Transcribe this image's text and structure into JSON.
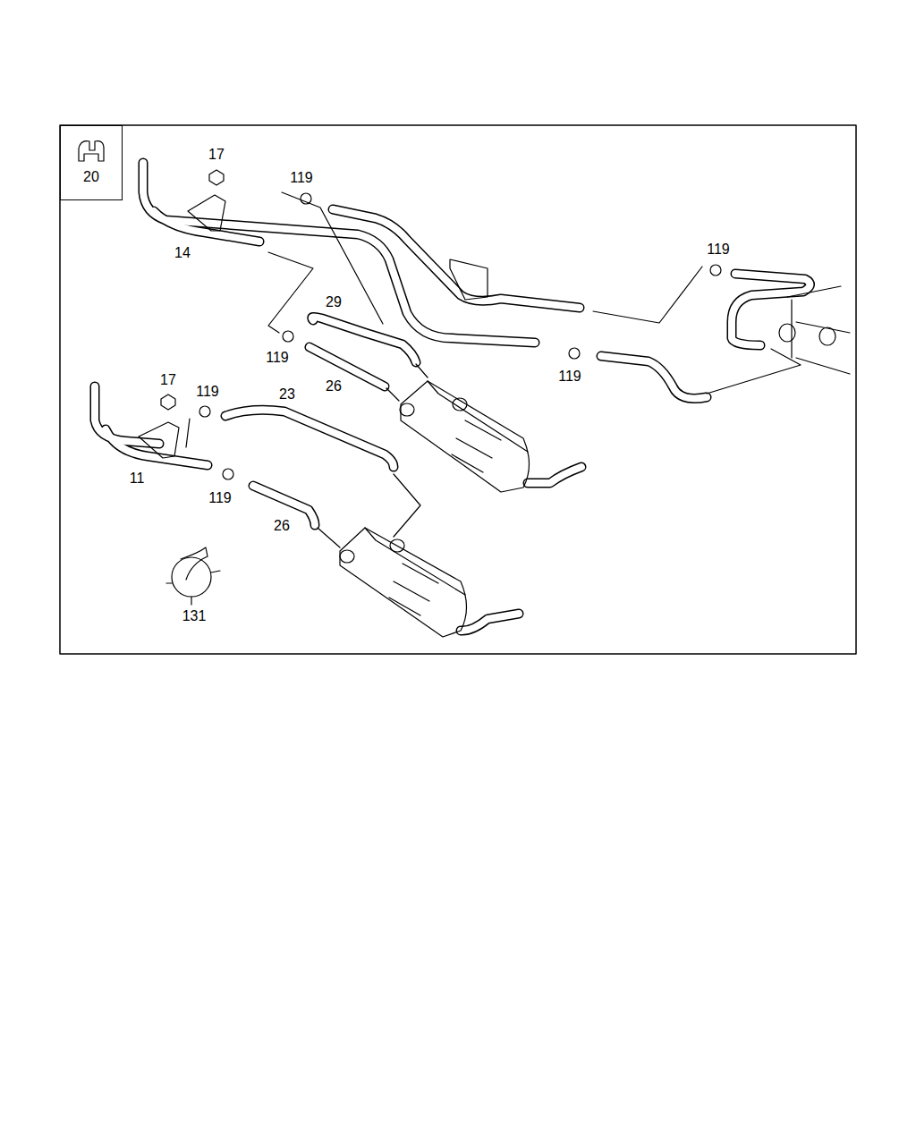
{
  "diagram": {
    "nodes": [
      {
        "text": [
          "20"
        ]
      }
    ],
    "labels": [
      "17",
      "119",
      "14",
      "119",
      "29",
      "119",
      "26",
      "119",
      "17",
      "119",
      "23",
      "11",
      "119",
      "26",
      "131"
    ]
  }
}
